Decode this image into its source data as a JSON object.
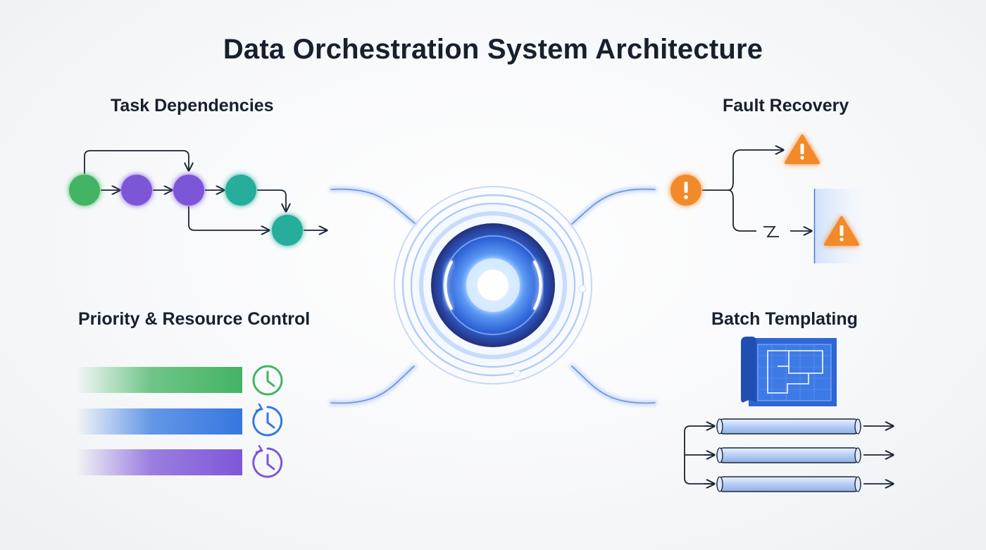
{
  "title": "Data Orchestration System Architecture",
  "sections": {
    "task_dependencies": {
      "label": "Task Dependencies"
    },
    "fault_recovery": {
      "label": "Fault Recovery"
    },
    "priority_control": {
      "label": "Priority & Resource Control"
    },
    "batch_templating": {
      "label": "Batch Templating"
    }
  },
  "colors": {
    "green": "#43b463",
    "purple": "#7d57d8",
    "teal": "#27ad9b",
    "blue": "#3577e0",
    "orange": "#f28a2a",
    "line": "#1b2433",
    "core_glow": "#4a8cf2"
  },
  "icons": {
    "core": "central-orchestrator-orb",
    "warning": "warning-triangle-icon",
    "alert": "exclamation-circle-icon",
    "clock": "clock-icon",
    "blueprint": "blueprint-icon",
    "pipeline": "pipeline-tube"
  }
}
